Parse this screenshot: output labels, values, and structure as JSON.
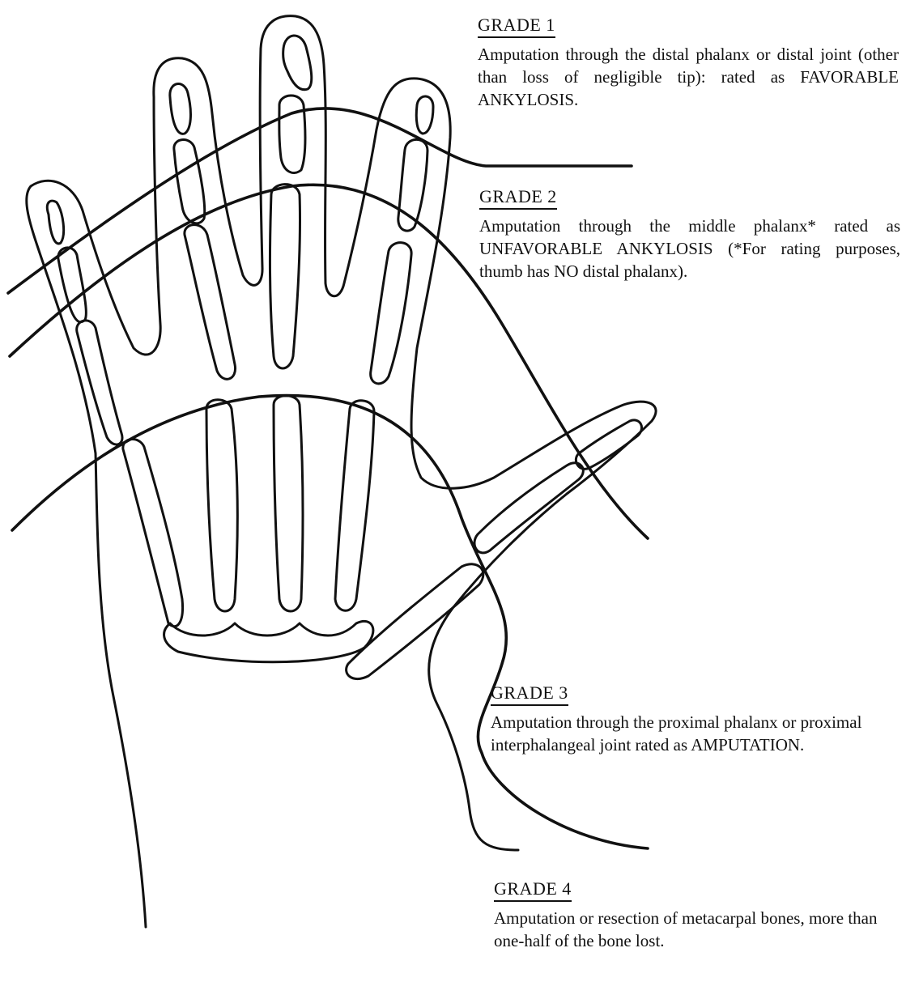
{
  "grades": [
    {
      "heading": "GRADE 1",
      "text": "Amputation through the distal phalanx or distal joint (other than loss of negligible tip): rated as FAVORABLE ANKYLOSIS."
    },
    {
      "heading": "GRADE 2",
      "text": "Amputation through the middle phalanx* rated as UNFAVORABLE ANKYLOSIS (*For rating purposes, thumb has NO distal phalanx)."
    },
    {
      "heading": "GRADE 3",
      "text": "Amputation through the proximal phalanx or proximal interphalangeal joint rated as AMPUTATION."
    },
    {
      "heading": "GRADE 4",
      "text": "Amputation or resection of metacarpal bones, more than one-half of the bone lost."
    }
  ],
  "illustration": {
    "subject": "hand-skeleton-outline"
  }
}
